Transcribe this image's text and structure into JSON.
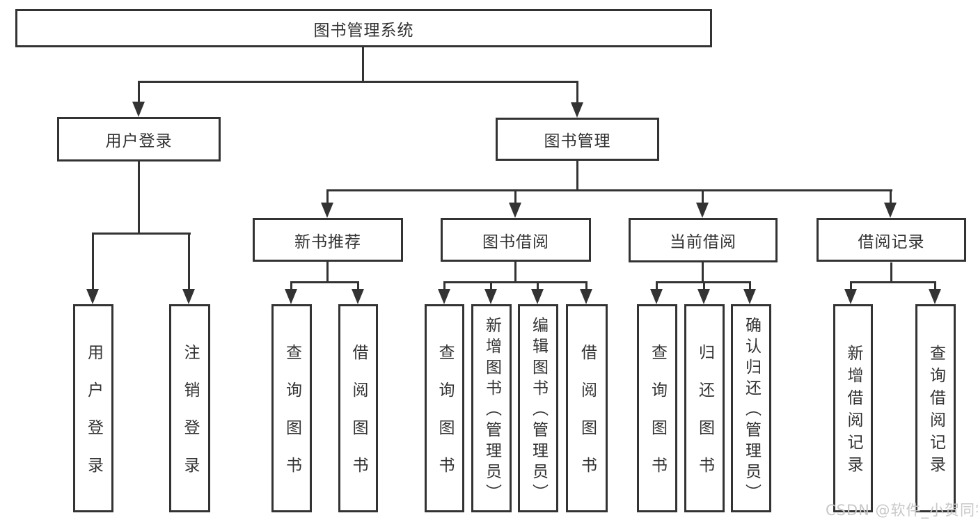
{
  "diagram": {
    "root": {
      "label": "图书管理系统",
      "children": [
        {
          "label": "用户登录",
          "children": [
            {
              "label": "用户登录"
            },
            {
              "label": "注销登录"
            }
          ]
        },
        {
          "label": "图书管理",
          "children": [
            {
              "label": "新书推荐",
              "children": [
                {
                  "label": "查询图书"
                },
                {
                  "label": "借阅图书"
                }
              ]
            },
            {
              "label": "图书借阅",
              "children": [
                {
                  "label": "查询图书"
                },
                {
                  "label": "新增图书（管理员）"
                },
                {
                  "label": "编辑图书（管理员）"
                },
                {
                  "label": "借阅图书"
                }
              ]
            },
            {
              "label": "当前借阅",
              "children": [
                {
                  "label": "查询图书"
                },
                {
                  "label": "归还图书"
                },
                {
                  "label": "确认归还（管理员）"
                }
              ]
            },
            {
              "label": "借阅记录",
              "children": [
                {
                  "label": "新增借阅记录"
                },
                {
                  "label": "查询借阅记录"
                }
              ]
            }
          ]
        }
      ]
    }
  },
  "watermark": {
    "text": "CSDN @软件_小贺同学"
  },
  "colors": {
    "line": "#333333",
    "text": "#333333",
    "box_background": "#ffffff",
    "page_background": "#ffffff",
    "watermark": "#c8c8c8"
  }
}
